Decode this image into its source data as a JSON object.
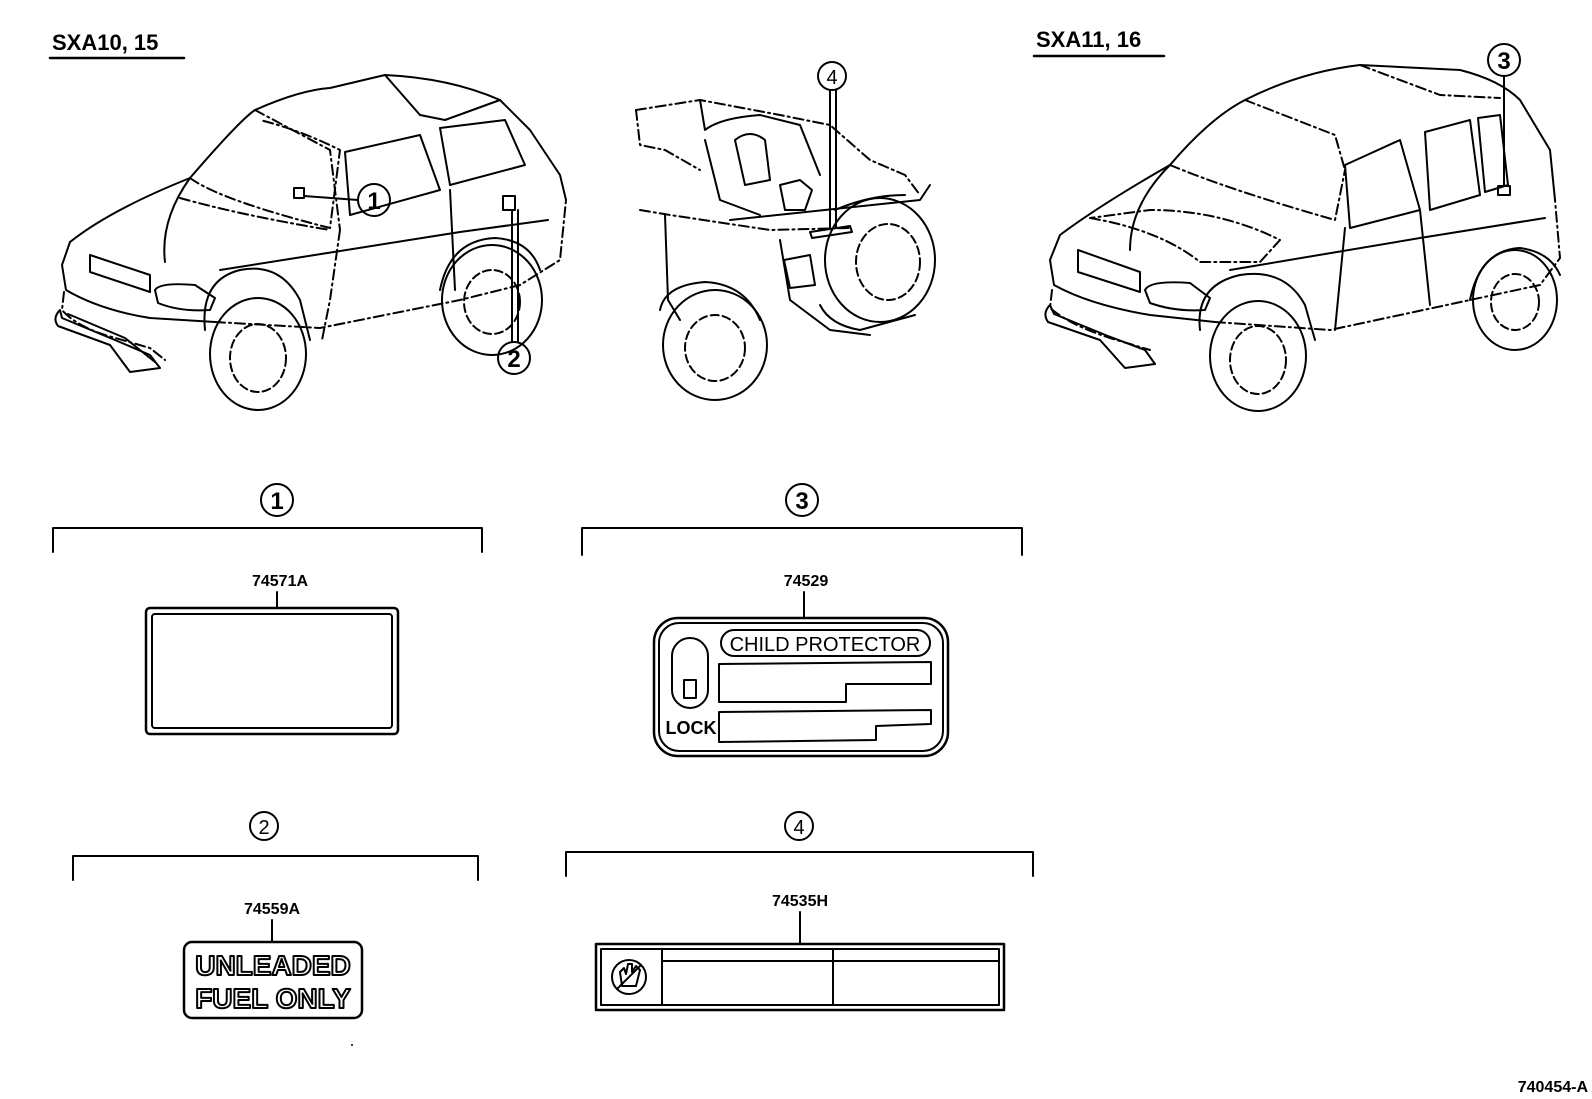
{
  "models": {
    "left": "SXA10, 15",
    "right": "SXA11, 16"
  },
  "callouts": {
    "c1": "1",
    "c2": "2",
    "c3": "3",
    "c4": "4"
  },
  "parts": {
    "p1": "74571A",
    "p2": "74559A",
    "p3": "74529",
    "p4": "74535H"
  },
  "label_text": {
    "child_protector": "CHILD PROTECTOR",
    "lock": "LOCK",
    "unleaded_line1": "UNLEADED",
    "unleaded_line2": "FUEL ONLY"
  },
  "figure_id": "740454-A"
}
